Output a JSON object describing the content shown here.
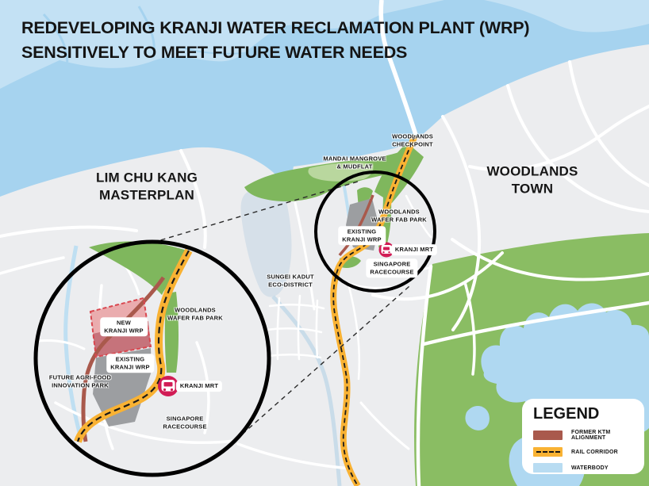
{
  "title": "REDEVELOPING KRANJI WATER RECLAMATION PLANT (WRP)\nSENSITIVELY TO MEET FUTURE WATER NEEDS",
  "region_labels": {
    "lim_chu_kang": "LIM CHU KANG\nMASTERPLAN",
    "woodlands_town": "WOODLANDS\nTOWN"
  },
  "place_labels": {
    "woodlands_checkpoint": "WOODLANDS\nCHECKPOINT",
    "mandai_mangrove": "MANDAI MANGROVE\n& MUDFLAT",
    "sungei_kadut": "SUNGEI KADUT\nECO-DISTRICT"
  },
  "inset_small": {
    "woodlands_wafer_fab_park": "WOODLANDS\nWAFER FAB PARK",
    "existing_kranji_wrp": "EXISTING\nKRANJI WRP",
    "kranji_mrt": "KRANJI MRT",
    "singapore_racecourse": "SINGAPORE\nRACECOURSE"
  },
  "inset_large": {
    "new_kranji_wrp": "NEW\nKRANJI WRP",
    "existing_kranji_wrp": "EXISTING\nKRANJI WRP",
    "woodlands_wafer_fab_park": "WOODLANDS\nWAFER FAB PARK",
    "future_agri_food": "FUTURE AGRI-FOOD\nINNOVATION PARK",
    "kranji_mrt": "KRANJI MRT",
    "singapore_racecourse": "SINGAPORE\nRACECOURSE"
  },
  "legend": {
    "title": "LEGEND",
    "items": [
      {
        "label": "FORMER KTM ALIGNMENT",
        "type": "former-ktm",
        "color": "#A9594C"
      },
      {
        "label": "RAIL CORRIDOR",
        "type": "rail-corridor",
        "color": "#F9B233"
      },
      {
        "label": "WATERBODY",
        "type": "waterbody",
        "color": "#B8DCF2"
      }
    ]
  },
  "colors": {
    "sea": "#A6D3EF",
    "foreign_land": "#C3E1F4",
    "land": "#ECEDEF",
    "green": "#8ABD63",
    "mangrove_green": "#7FB75D",
    "waterbody": "#B8DCF2",
    "rail_corridor": "#F9B233",
    "former_ktm": "#A9594C",
    "mrt_badge": "#D11C55",
    "wrp_existing": "#9C9EA1",
    "wrp_new": "#E9A6A8",
    "title_text": "#141414"
  }
}
